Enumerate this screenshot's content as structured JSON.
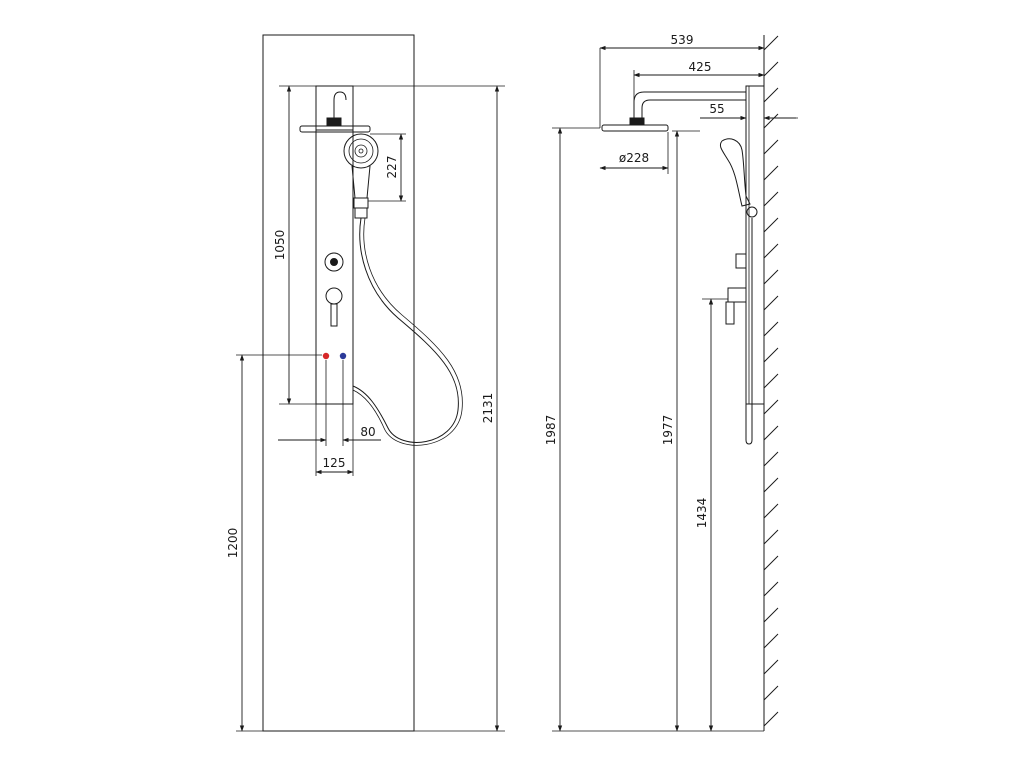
{
  "drawing": {
    "front_view": {
      "dimensions": {
        "panel_upper_height": "1050",
        "handshower_height": "227",
        "valve_height": "1200",
        "outlet_offset": "80",
        "panel_width": "125",
        "total_height": "2131"
      },
      "inlet_colors": {
        "hot": "#d62728",
        "cold": "#2b3a99"
      }
    },
    "side_view": {
      "dimensions": {
        "arm_total_projection": "539",
        "arm_projection": "425",
        "panel_depth": "55",
        "head_diameter": "ø228",
        "head_height": "1987",
        "arm_height": "1977",
        "valve_height": "1434"
      }
    }
  }
}
